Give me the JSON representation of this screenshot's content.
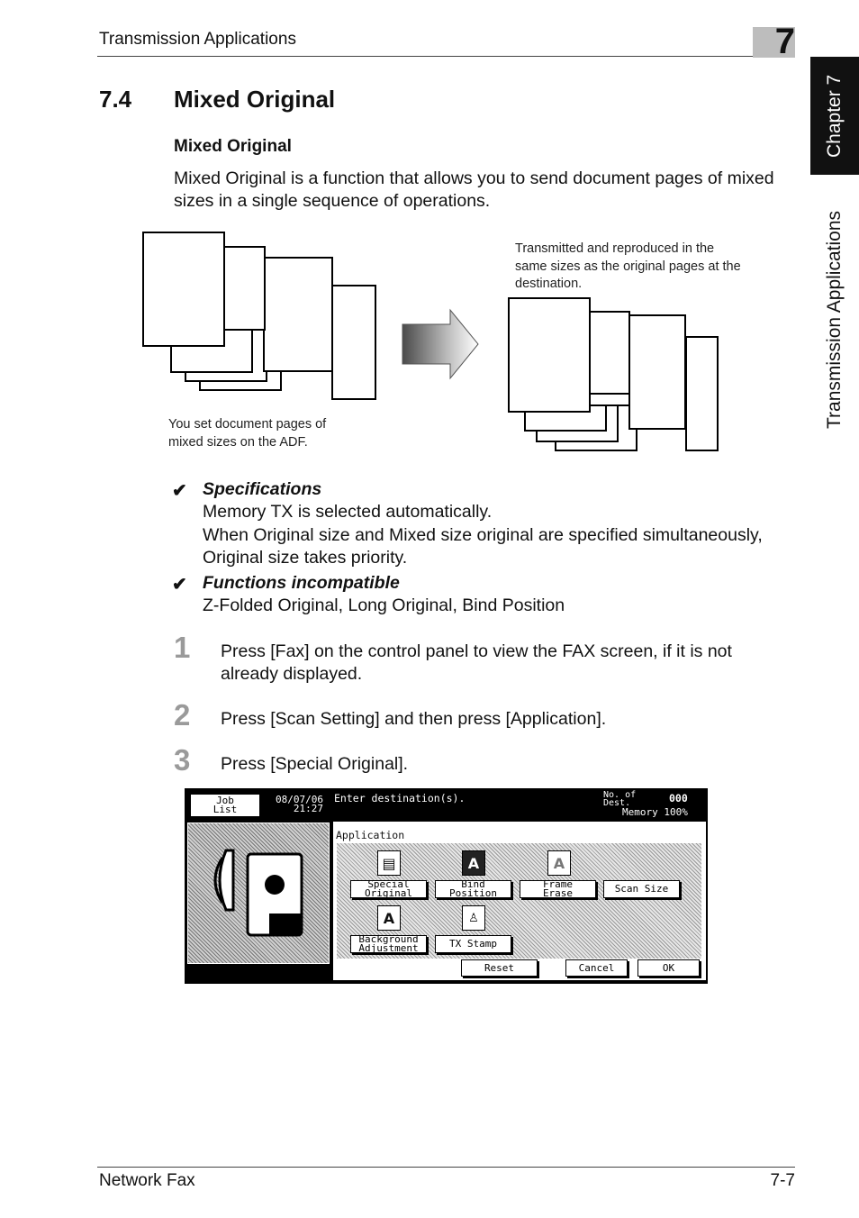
{
  "header": {
    "title": "Transmission Applications",
    "chapter_number": "7"
  },
  "side_tab": {
    "chapter": "Chapter 7",
    "section": "Transmission Applications"
  },
  "section": {
    "number": "7.4",
    "title": "Mixed Original",
    "subtitle": "Mixed Original",
    "intro": "Mixed Original is a function that allows you to send document pages of mixed sizes in a single sequence of operations."
  },
  "diagram": {
    "left_caption": "You set document pages of mixed sizes on the ADF.",
    "right_caption": "Transmitted and reproduced in the same sizes as the original pages at the destination."
  },
  "specs": {
    "check_glyph": "✔",
    "spec_heading": "Specifications",
    "spec_line1": "Memory TX is selected automatically.",
    "spec_line2": "When Original size and Mixed size original are specified simultaneously, Original size takes priority.",
    "func_heading": "Functions incompatible",
    "func_line": "Z-Folded Original, Long Original, Bind Position"
  },
  "steps": [
    {
      "num": "1",
      "text": "Press [Fax] on the control panel to view the FAX screen, if it is not already displayed."
    },
    {
      "num": "2",
      "text": "Press [Scan Setting] and then press [Application]."
    },
    {
      "num": "3",
      "text": "Press [Special Original]."
    }
  ],
  "fax_screen": {
    "job_list": "Job\nList",
    "date": "08/07/06",
    "time": "21:27",
    "prompt": "Enter destination(s).",
    "dest_label": "No. of\nDest.",
    "dest_count": "000",
    "memory": "Memory 100%",
    "panel_title": "Application",
    "buttons": {
      "special_original": "Special\nOriginal",
      "bind_position": "Bind\nPosition",
      "frame_erase": "Frame\nErase",
      "scan_size": "Scan Size",
      "background_adjustment": "Background\nAdjustment",
      "tx_stamp": "TX Stamp",
      "reset": "Reset",
      "cancel": "Cancel",
      "ok": "OK"
    }
  },
  "footer": {
    "left": "Network Fax",
    "right": "7-7"
  }
}
